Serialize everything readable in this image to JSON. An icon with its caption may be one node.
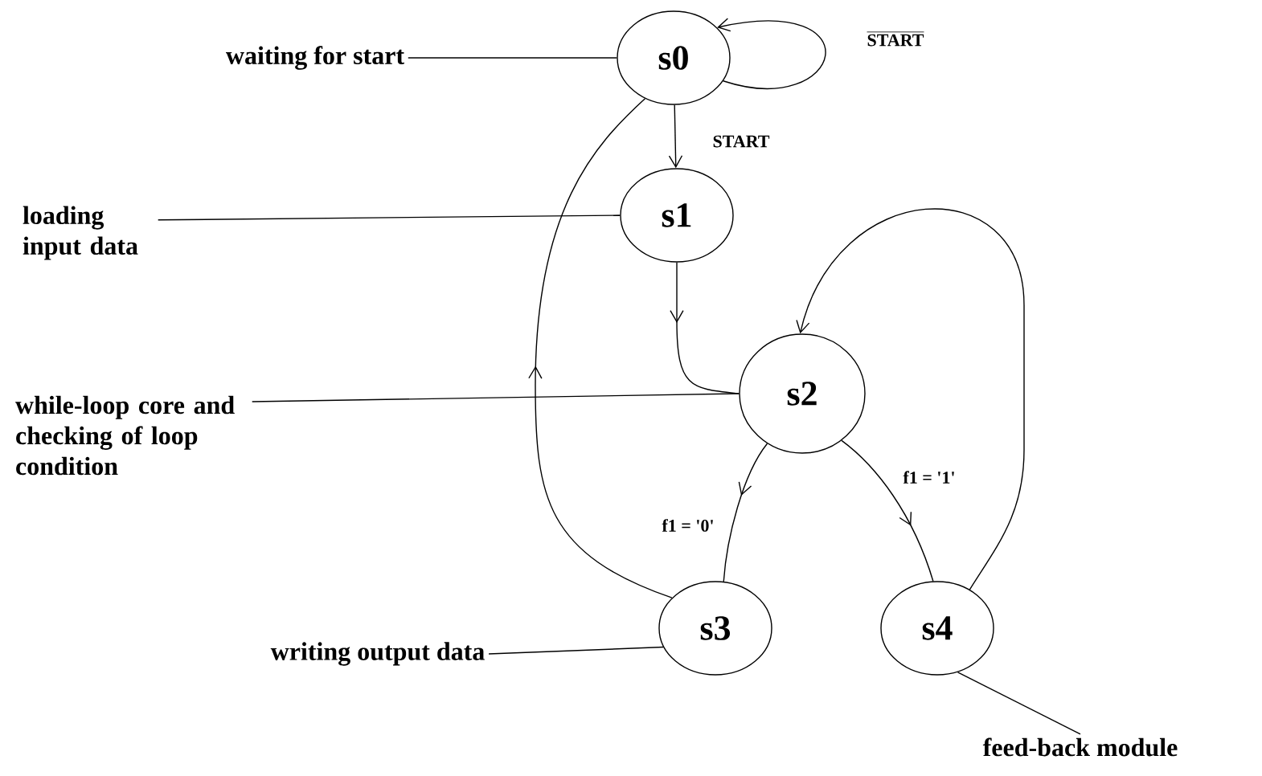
{
  "diagram": {
    "nodes": [
      {
        "text": [
          "s0"
        ]
      },
      {
        "text": [
          "s1"
        ]
      },
      {
        "text": [
          "s2"
        ]
      },
      {
        "text": [
          "s3"
        ]
      },
      {
        "text": [
          "s4"
        ]
      },
      {
        "text": [
          "waiting for start"
        ]
      },
      {
        "text": [
          "loading input data"
        ]
      },
      {
        "text": [
          "while-loop core and checking of loop condition"
        ]
      },
      {
        "text": [
          "writing output data"
        ]
      },
      {
        "text": [
          "feed-back module"
        ]
      }
    ],
    "edges": [
      {
        "from": 0,
        "to": 0,
        "arrow": "to",
        "label": "START"
      },
      {
        "from": 0,
        "to": 1,
        "arrow": "to",
        "label": "START"
      },
      {
        "from": 1,
        "to": 2,
        "arrow": "to"
      },
      {
        "from": 2,
        "to": 3,
        "arrow": "to",
        "label": "f1 = '0'"
      },
      {
        "from": 2,
        "to": 4,
        "arrow": "to",
        "label": "f1 = '1'"
      },
      {
        "from": 4,
        "to": 2,
        "arrow": "to"
      },
      {
        "from": 3,
        "to": 0,
        "arrow": "to"
      },
      {
        "from": 5,
        "to": 0,
        "arrow": "none"
      },
      {
        "from": 6,
        "to": 1,
        "arrow": "none"
      },
      {
        "from": 7,
        "to": 2,
        "arrow": "none"
      },
      {
        "from": 8,
        "to": 3,
        "arrow": "none"
      },
      {
        "from": 9,
        "to": 4,
        "arrow": "none"
      }
    ]
  }
}
